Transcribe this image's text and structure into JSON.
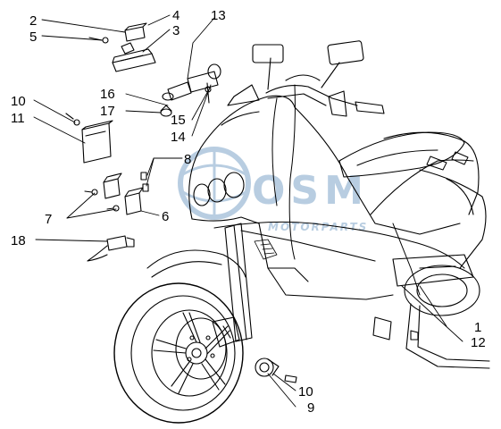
{
  "watermark": {
    "brand": "OSM",
    "sub": "MOTORPARTS",
    "color": "#7fa6c9"
  },
  "callouts": {
    "n1": "1",
    "n2": "2",
    "n3": "3",
    "n4": "4",
    "n5": "5",
    "n6": "6",
    "n7": "7",
    "n8": "8",
    "n9": "9",
    "n10a": "10",
    "n10b": "10",
    "n11": "11",
    "n12": "12",
    "n13": "13",
    "n14": "14",
    "n15": "15",
    "n16": "16",
    "n17": "17",
    "n18": "18"
  },
  "parts": {
    "relay_box": "relay-box-icon",
    "regulator": "voltage-regulator-icon",
    "flasher_relays": "flasher-relay-icon",
    "ignition_coil": "ignition-coil-icon",
    "horn": "horn-icon",
    "wiring_harness": "wiring-harness-icon",
    "scooter": "scooter-icon",
    "connector": "connector-icon"
  },
  "colors": {
    "line": "#000000",
    "watermark": "#7fa6c9"
  }
}
